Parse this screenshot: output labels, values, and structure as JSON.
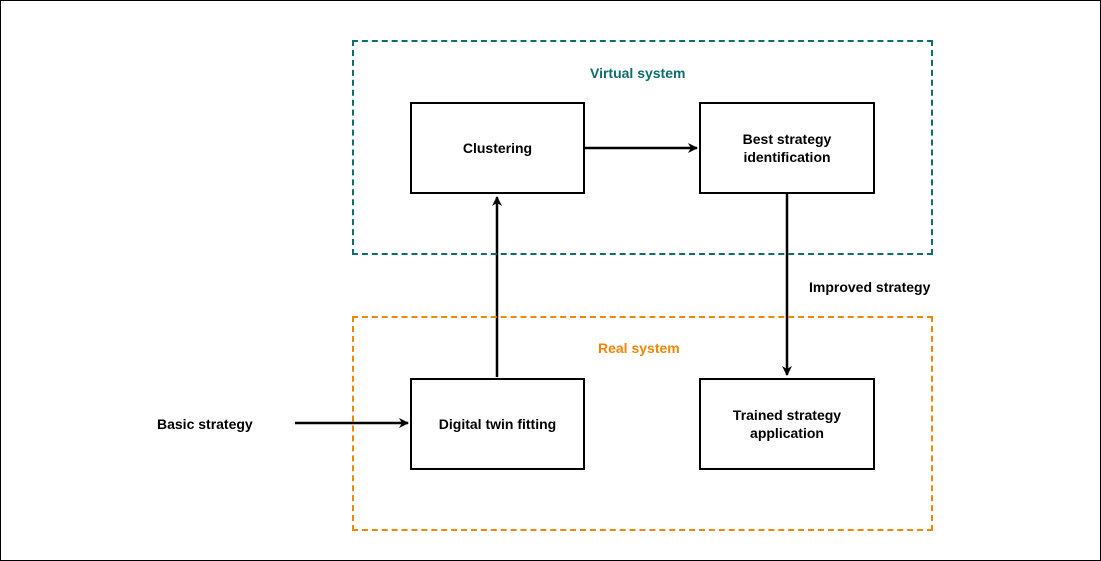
{
  "colors": {
    "virtual": "#0f6d6d",
    "real": "#f08705",
    "stroke": "#000000"
  },
  "groups": {
    "virtual": {
      "label": "Virtual system"
    },
    "real": {
      "label": "Real system"
    }
  },
  "nodes": {
    "clustering": "Clustering",
    "best_strategy": "Best strategy identification",
    "digital_twin": "Digital twin fitting",
    "trained_strategy": "Trained strategy application"
  },
  "labels": {
    "basic_strategy": "Basic strategy",
    "improved_strategy": "Improved strategy"
  }
}
